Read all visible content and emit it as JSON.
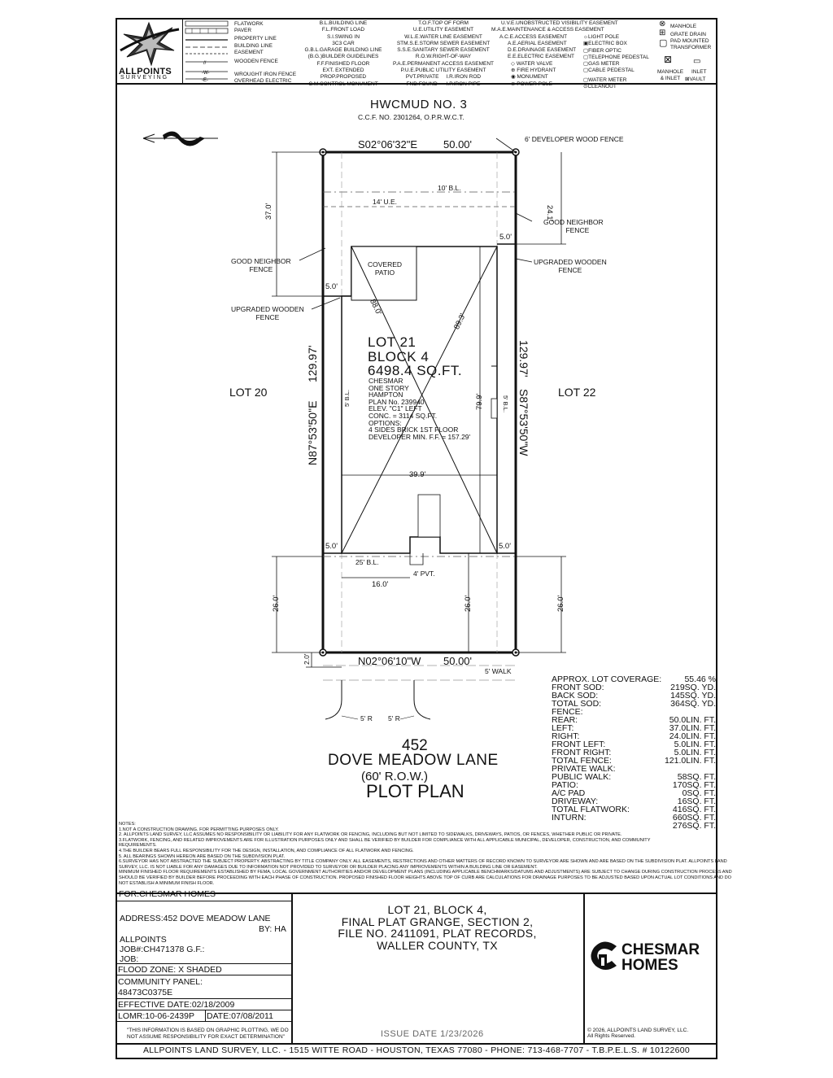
{
  "logo": {
    "word1": "ALLPOINTS",
    "word2": "SURVEYING"
  },
  "legend": {
    "col1": [
      "FLATWORK",
      "PAVER",
      "PROPERTY LINE",
      "BUILDING LINE",
      "EASEMENT",
      "WOODEN FENCE",
      "WROUGHT IRON FENCE",
      "OVERHEAD ELECTRIC"
    ],
    "col2": [
      "B.L.BUILDING LINE",
      "F.L.FRONT LOAD",
      "S.I.SWING IN",
      "3C3 CAR",
      "G.B.L.GARAGE BUILDING LINE",
      "(B.G.)BUILDER GUIDELINES",
      "F.F.FINISHED FLOOR",
      "EXT. EXTENDED",
      "PROP.PROPOSED",
      "C.M.CONTROL MONUMENT"
    ],
    "col3": [
      "T.O.F.TOP OF FORM",
      "U.E.UTILITY EASEMENT",
      "W.L.E.WATER LINE EASEMENT",
      "STM.S.E.STORM SEWER EASEMENT",
      "S.S.E.SANITARY SEWER EASEMENT",
      "R.O.W.RIGHT-OF-WAY",
      "P.A.E.PERMANENT ACCESS EASEMENT",
      "P.U.E.PUBLIC UTILITY EASEMENT"
    ],
    "col3b": [
      [
        "PVT.PRIVATE",
        "I.R.IRON ROD"
      ],
      [
        "FND.FOUND",
        "I.P.IRON PIPE"
      ]
    ],
    "col4": [
      "U.V.E.UNOBSTRUCTED VISIBILITY EASEMENT",
      "M.A.E.MAINTENANCE & ACCESS EASEMENT",
      "A.C.E.ACCESS EASEMENT",
      "A.E.AERIAL EASEMENT",
      "D.E.DRAINAGE EASEMENT",
      "E.E.ELECTRIC EASEMENT",
      "WATER VALVE",
      "FIRE HYDRANT",
      "MONUMENT",
      "POWER POLE"
    ],
    "col5": [
      "LIGHT POLE",
      "ELECTRIC BOX",
      "FIBER OPTIC",
      "TELEPHONE PEDESTAL",
      "GAS METER",
      "CABLE PEDESTAL",
      "WATER METER",
      "CLEANOUT"
    ],
    "col6": [
      "MANHOLE",
      "GRATE DRAIN",
      "PAD MOUNTED TRANSFORMER",
      "MANHOLE & INLET",
      "INLET",
      "VAULT"
    ]
  },
  "plan": {
    "north_owner": "HWCMUD NO. 3",
    "north_owner_ref": "C.C.F. NO. 2301264, O.P.R.W.C.T.",
    "north_bearing": "S02°06'32\"E",
    "north_dist": "50.00'",
    "south_bearing": "N02°06'10\"W",
    "south_dist": "50.00'",
    "west_bearing": "N87°53'50\"E",
    "west_dist": "129.97'",
    "east_bearing": "S87°53'50\"W",
    "east_dist": "129.97'",
    "dev_fence": "6' DEVELOPER WOOD FENCE",
    "bl_rear": "10' B.L.",
    "ue": "14' U.E.",
    "good_neighbor": "GOOD NEIGHBOR",
    "fence": "FENCE",
    "upgraded_wooden": "UPGRADED WOODEN",
    "covered": "COVERED",
    "patio": "PATIO",
    "dim_37": "37.0'",
    "dim_24": "24.1'",
    "dim_5": "5.0'",
    "diag_1": "88.0'",
    "diag_2": "89.3'",
    "dim_799": "79.9'",
    "dim_399": "39.9'",
    "dim_26": "26.0'",
    "dim_16": "16.0'",
    "dim_2": "2.0'",
    "bl_front": "25' B.L.",
    "bl_side": "5' B.L.",
    "pvt": "4' PVT.",
    "walk": "5' WALK",
    "radius_1": "5' R",
    "radius_2": "5' R",
    "lot_left": "LOT 20",
    "lot_right": "LOT 22",
    "lot": "LOT 21",
    "block": "BLOCK 4",
    "sqft": "6498.4 SQ.FT.",
    "house_lines": [
      "CHESMAR",
      "ONE STORY",
      "HAMPTON",
      "PLAN No. 239940",
      "ELEV. \"C1\" LEFT",
      "CONC. = 3114 SQ.FT.",
      "OPTIONS:",
      "4 SIDES BRICK 1ST FLOOR",
      "DEVELOPER MIN. F.F. = 157.29'"
    ]
  },
  "address": {
    "number": "452",
    "street": "DOVE MEADOW LANE",
    "row": "(60' R.O.W.)",
    "title": "PLOT PLAN"
  },
  "stats": [
    {
      "label": "APPROX. LOT COVERAGE:",
      "value": "55.46 %"
    },
    {
      "label": "FRONT SOD:",
      "value": "219SQ. YD."
    },
    {
      "label": "BACK SOD:",
      "value": "145SQ. YD."
    },
    {
      "label": "TOTAL SOD:",
      "value": "364SQ. YD."
    },
    {
      "label": "FENCE:",
      "value": ""
    },
    {
      "label": "REAR:",
      "value": "50.0LIN. FT."
    },
    {
      "label": "LEFT:",
      "value": "37.0LIN. FT."
    },
    {
      "label": "RIGHT:",
      "value": "24.0LIN. FT."
    },
    {
      "label": "FRONT LEFT:",
      "value": "5.0LIN. FT."
    },
    {
      "label": "FRONT RIGHT:",
      "value": "5.0LIN. FT."
    },
    {
      "label": "TOTAL FENCE:",
      "value": "121.0LIN. FT."
    },
    {
      "label": "PRIVATE WALK:",
      "value": ""
    },
    {
      "label": "PUBLIC WALK:",
      "value": "58SQ. FT."
    },
    {
      "label": "PATIO:",
      "value": "170SQ. FT."
    },
    {
      "label": "A/C PAD",
      "value": "0SQ. FT."
    },
    {
      "label": "DRIVEWAY:",
      "value": "16SQ. FT."
    },
    {
      "label": "TOTAL FLATWORK:",
      "value": "416SQ. FT."
    },
    {
      "label": "INTURN:",
      "value": "660SQ. FT."
    },
    {
      "label": "",
      "value": "276SQ. FT."
    }
  ],
  "notes": {
    "heading": "NOTES:",
    "lines": [
      "1.NOT A CONSTRUCTION DRAWING. FOR PERMITTING PURPOSES ONLY.",
      "2.  ALLPOINTS LAND SURVEY, LLC ASSUMES NO RESPONSIBILITY OR LIABILITY FOR ANY FLATWORK OR FENCING, INCLUDING BUT NOT LIMITED TO SIDEWALKS, DRIVEWAYS, PATIOS, OR FENCES, WHETHER PUBLIC OR PRIVATE.",
      "3.FLATWORK, FENCING, AND RELATED IMPROVEMENTS ARE FOR ILLUSTRATION PURPOSES ONLY AND SHALL BE VERIFIED BY BUILDER FOR COMPLIANCE WITH ALL APPLICABLE MUNICIPAL, DEVELOPER, CONSTRUCTION, AND COMMUNITY",
      "   REQUIREMENTS.",
      "4.THE BUILDER BEARS FULL RESPONSIBILITY FOR THE DESIGN, INSTALLATION, AND COMPLIANCE OF ALL FLATWORK AND FENCING.",
      "5.  ALL BEARINGS SHOWN HEREON ARE BASED ON THE SUBDIVISION PLAT.",
      "6.SURVEYOR HAS NOT ABSTRACTED THE SUBJECT PROPERTY. ABSTRACTING BY TITLE COMPANY ONLY. ALL EASEMENTS, RESTRICTIONS AND OTHER MATTERS OF RECORD KNOWN TO SURVEYOR ARE SHOWN AND ARE BASED ON THE SUBDIVISION PLAT. ALLPOINTS LAND",
      " SURVEY, LLC. IS NOT LIABLE FOR ANY DAMAGES DUE TO INFORMATION NOT PROVIDED TO SURVEYOR OR BUILDER PLACING ANY IMPROVEMENTS WITHIN A BUILDING LINE OR EASEMENT.",
      "MINIMUM FINISHED FLOOR REQUIREMENTS ESTABLISHED BY FEMA, LOCAL GOVERNMENT AUTHORITIES AND/OR DEVELOPMENT PLANS (INCLUDING APPLICABLE BENCHMARKS/DATUMS AND ADJUSTMENTS) ARE SUBJECT TO CHANGE DURING CONSTRUCTION PROCESS AND",
      "SHOULD BE VERIFIED BY BUILDER BEFORE PROCEEDING WITH EACH PHASE OF CONSTRUCTION. PROPOSED FINISHED FLOOR HEIGHTS ABOVE TOP OF CURB ARE CALCULATIONS FOR DRAINAGE PURPOSES TO BE ADJUSTED BASED UPON ACTUAL LOT CONDITIONS AND DO",
      "NOT ESTABLISH A MINIMUM FINISH FLOOR."
    ]
  },
  "title_block": {
    "for": "FOR:CHESMAR HOMES",
    "address": "ADDRESS:452 DOVE MEADOW LANE",
    "by": "BY: HA",
    "company": "ALLPOINTS",
    "job": "JOB#:CH471378 G.F.:",
    "job2": "JOB:",
    "flood_zone": "FLOOD ZONE: X SHADED",
    "community_panel": "COMMUNITY PANEL:",
    "panel": "48473C0375E",
    "effective": "EFFECTIVE DATE:02/18/2009",
    "lomr": "LOMR:10-06-2439P",
    "lomr_date": "DATE:07/08/2011",
    "disclaimer_1": "\"THIS INFORMATION IS BASED ON GRAPHIC PLOTTING, WE DO",
    "disclaimer_2": "NOT ASSUME RESPONSIBILITY FOR EXACT DETERMINATION\"",
    "legal_lines": [
      "LOT 21, BLOCK 4,",
      "FINAL PLAT GRANGE, SECTION 2,",
      "FILE NO. 2411091, PLAT RECORDS,",
      "WALLER COUNTY, TX"
    ],
    "issue_date": "ISSUE DATE 1/23/2026",
    "brand_1": "CHESMAR",
    "brand_2": "HOMES",
    "copyright_1": "© 2026, ALLPOINTS LAND SURVEY, LLC.",
    "copyright_2": "All Rights Reserved.",
    "footer": "ALLPOINTS LAND SURVEY, LLC. - 1515 WITTE ROAD - HOUSTON, TEXAS 77080 - PHONE: 713-468-7707 - T.B.P.E.L.S. # 10122600"
  }
}
